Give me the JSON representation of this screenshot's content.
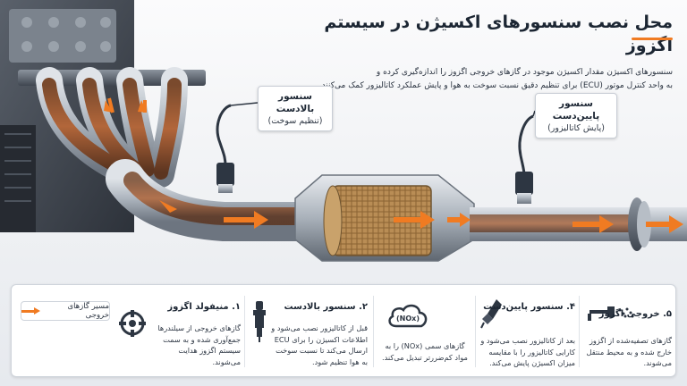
{
  "header": {
    "title": "محل نصب سنسورهای اکسیژن در سیستم اگزوز",
    "subtitle_line1": "سنسورهای اکسیژن مقدار اکسیژن موجود در گازهای خروجی اگزوز را اندازه‌گیری کرده و",
    "subtitle_line2": "به واحد کنترل موتور (ECU) برای تنظیم دقیق نسبت سوخت به هوا و پایش عملکرد کاتالیزور کمک می‌کنند."
  },
  "callouts": {
    "upstream": {
      "title": "سنسور بالادست",
      "subtitle": "(تنظیم سوخت)"
    },
    "downstream": {
      "title": "سنسور پایین‌دست",
      "subtitle": "(پایش کاتالیزور)"
    }
  },
  "legend": {
    "label": "مسیر گازهای خروجی"
  },
  "steps": [
    {
      "title": "۱. منیفولد اگزوز",
      "text": "گازهای خروجی از سیلندرها جمع‌آوری شده و به سمت سیستم اگزوز هدایت می‌شوند.",
      "icon": "engine-icon"
    },
    {
      "title": "۲. سنسور بالادست",
      "text": "قبل از کاتالیزور نصب می‌شود و اطلاعات اکسیژن را برای ECU ارسال می‌کند تا نسبت سوخت به هوا تنظیم شود.",
      "icon": "spark-sensor-icon"
    },
    {
      "title": "",
      "text": "گازهای سمی (NOx) را به مواد کم‌ضررتر تبدیل می‌کند.",
      "icon": "nox-cloud-icon",
      "icon_label": "(NOx)"
    },
    {
      "title": "۴. سنسور پایین‌دست",
      "text": "بعد از کاتالیزور نصب می‌شود و کارایی کاتالیزور را با مقایسه میزان اکسیژن پایش می‌کند.",
      "icon": "sensor-icon"
    },
    {
      "title": "۵. خروجی اگزوز",
      "text": "گازهای تصفیه‌شده از اگزوز خارج شده و به محیط منتقل می‌شوند.",
      "icon": "exhaust-icon"
    }
  ],
  "colors": {
    "accent": "#f07b22",
    "pipe": "#9aa3ad",
    "sensor": "#2d3642",
    "title": "#1c2633"
  }
}
